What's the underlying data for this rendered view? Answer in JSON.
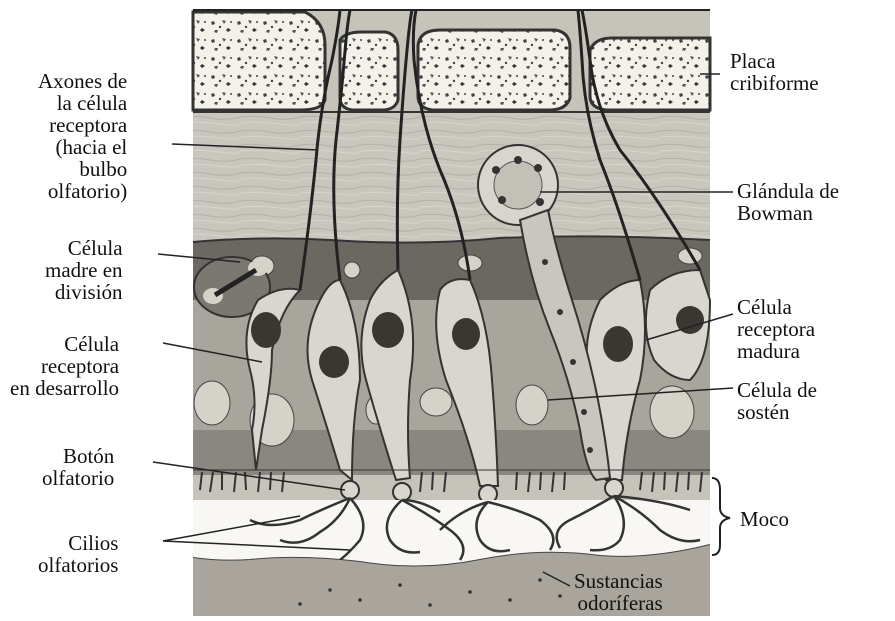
{
  "labels": {
    "axones": "Axones de\nla célula\nreceptora\n(hacia el\nbulbo\nolfatorio)",
    "placa": "Placa\ncribiforme",
    "bowman": "Glándula de\nBowman",
    "madre": "Célula\nmadre en\ndivisión",
    "receptora_madura": "Célula\nreceptora\nmadura",
    "receptora_desarrollo": "Célula\nreceptora\nen desarrollo",
    "sosten": "Célula de\nsostén",
    "boton": "Botón\nolfatorio",
    "moco": "Moco",
    "cilios": "Cilios\nolfatorios",
    "sustancias": "Sustancias\nodoríferas"
  }
}
